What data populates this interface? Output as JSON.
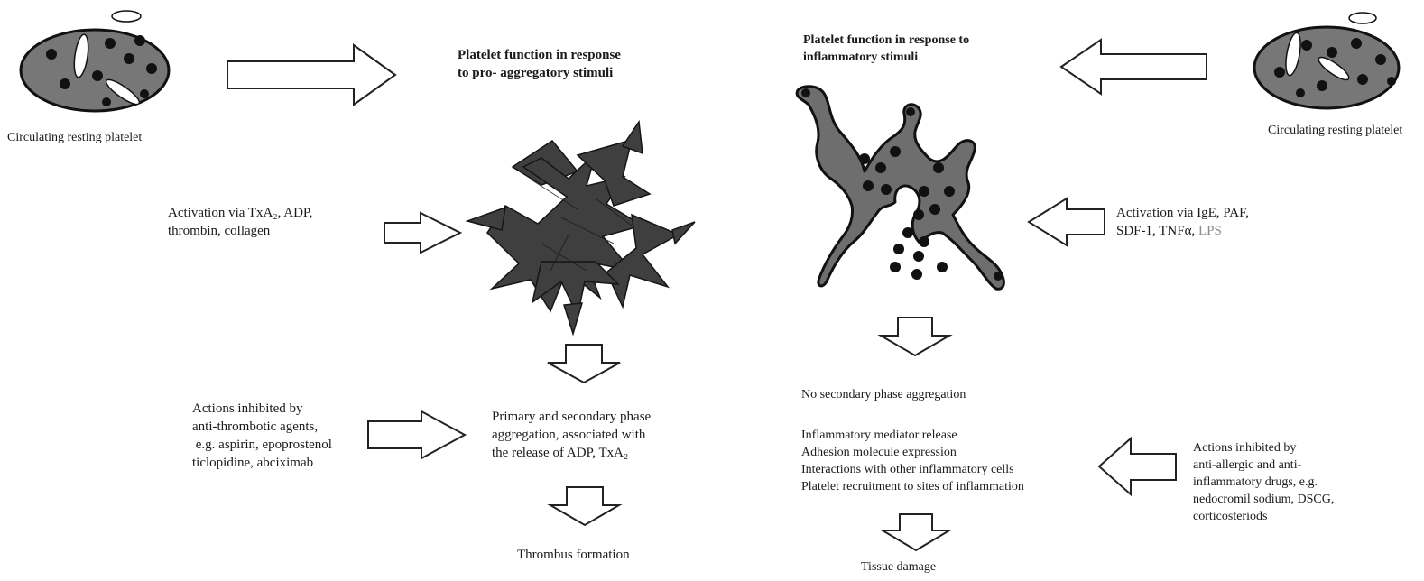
{
  "left": {
    "resting_label": "Circulating resting platelet",
    "heading": [
      "Platelet function in response",
      "to pro- aggregatory stimuli"
    ],
    "activation": [
      "Activation via TxA₂, ADP,",
      "thrombin, collagen"
    ],
    "aggregation": [
      "Primary and secondary phase",
      "aggregation, associated with",
      "the release of ADP, TxA₂"
    ],
    "inhibitors": [
      "Actions inhibited by",
      "anti-thrombotic agents,",
      " e.g. aspirin, epoprostenol",
      "ticlopidine, abciximab"
    ],
    "outcome": "Thrombus formation"
  },
  "right": {
    "resting_label": "Circulating resting platelet",
    "heading": [
      "Platelet function in response to",
      "inflammatory stimuli"
    ],
    "activation_line1": "Activation via IgE, PAF,",
    "activation_line2": "SDF-1, TNFα,",
    "activation_lps": "LPS",
    "no_secondary": "No secondary phase aggregation",
    "effects": [
      "Inflammatory mediator release",
      "Adhesion molecule expression",
      "Interactions with other inflammatory cells",
      "Platelet recruitment to sites of inflammation"
    ],
    "inhibitors": [
      "Actions inhibited by",
      "anti-allergic and anti-",
      "inflammatory drugs, e.g.",
      "nedocromil sodium, DSCG,",
      "corticosteriods"
    ],
    "outcome": "Tissue damage"
  },
  "colors": {
    "platelet": "#777777",
    "granule": "#111111",
    "aggregate": "#3f3f3f",
    "activated": "#6e6e6e",
    "lps": "#8a8a8a"
  }
}
